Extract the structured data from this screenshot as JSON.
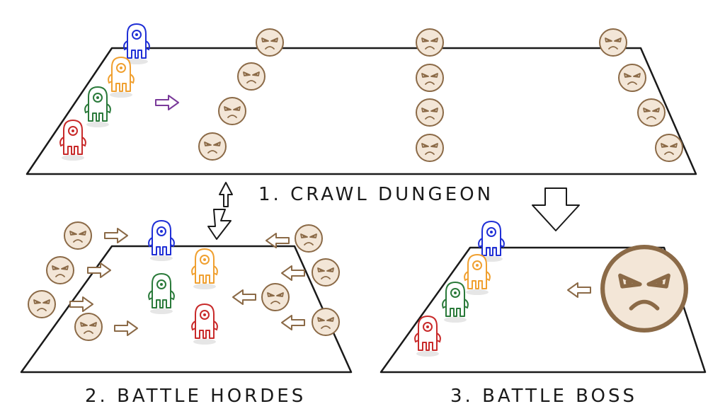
{
  "labels": {
    "stage1": "1. CRAWL DUNGEON",
    "stage2": "2. BATTLE HORDES",
    "stage3": "3. BATTLE BOSS"
  },
  "colors": {
    "ink": "#1a1a1a",
    "enemy": "#8b6a47",
    "hero_blue": "#1f2fd6",
    "hero_orange": "#f0a030",
    "hero_green": "#2a7a3a",
    "hero_red": "#c82a2a",
    "move_arrow": "#7a3a9a"
  },
  "icons": {
    "hero": "cyclops-hero-icon",
    "enemy": "angry-face-enemy-icon",
    "boss": "angry-face-boss-icon",
    "move": "hollow-arrow-icon"
  }
}
